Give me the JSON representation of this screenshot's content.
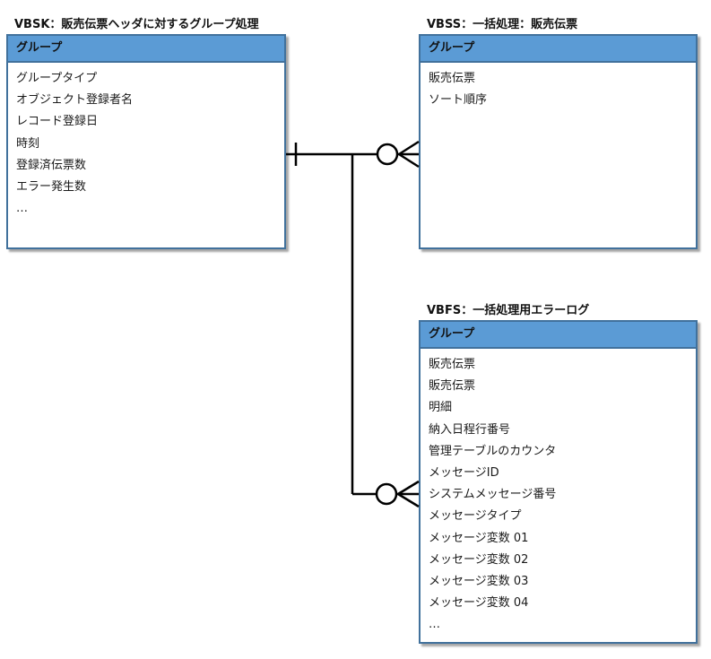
{
  "entities": {
    "vbsk": {
      "title": "VBSK：販売伝票ヘッダに対するグループ処理",
      "header": "グループ",
      "attributes": [
        "グループタイプ",
        "オブジェクト登録者名",
        "レコード登録日",
        "時刻",
        "登録済伝票数",
        "エラー発生数"
      ],
      "ellipsis": "…"
    },
    "vbss": {
      "title": "VBSS：一括処理：販売伝票",
      "header": "グループ",
      "attributes": [
        "販売伝票",
        "ソート順序"
      ]
    },
    "vbfs": {
      "title": "VBFS：一括処理用エラーログ",
      "header": "グループ",
      "attributes": [
        "販売伝票",
        "販売伝票",
        "明細",
        "納入日程行番号",
        "管理テーブルのカウンタ",
        "メッセージID",
        "システムメッセージ番号",
        "メッセージタイプ",
        "メッセージ変数 01",
        "メッセージ変数 02",
        "メッセージ変数 03",
        "メッセージ変数 04"
      ],
      "ellipsis": "…"
    }
  },
  "relationships": [
    {
      "from": "vbsk",
      "to": "vbss",
      "from_cardinality": "one",
      "to_cardinality": "zero-or-many"
    },
    {
      "from": "vbsk",
      "to": "vbfs",
      "from_cardinality": "one",
      "to_cardinality": "zero-or-many"
    }
  ],
  "colors": {
    "header_fill": "#5b9bd5",
    "border": "#41719c",
    "connector": "#000000"
  }
}
